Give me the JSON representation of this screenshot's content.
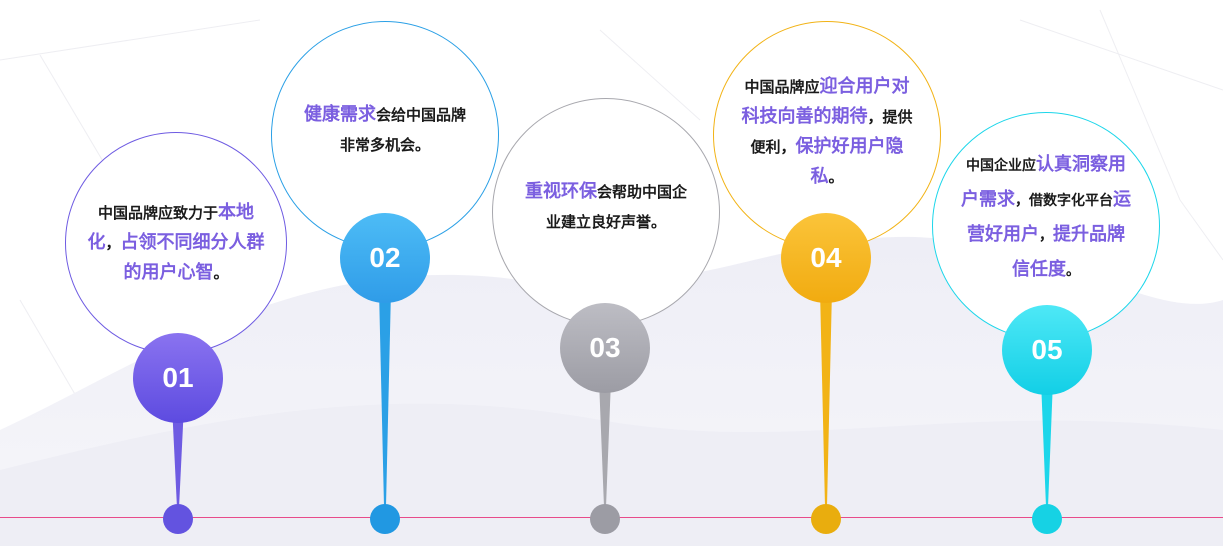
{
  "steps": [
    {
      "number": "01",
      "text": [
        {
          "t": "中国品牌应致力于",
          "h": false
        },
        {
          "t": "本地化",
          "h": true
        },
        {
          "t": "，",
          "h": false
        },
        {
          "t": "占领不同细分人群的用户心智",
          "h": true
        },
        {
          "t": "。",
          "h": false
        }
      ],
      "color": "#6e5be2",
      "gradient": [
        "#8a73f0",
        "#5d4be0"
      ],
      "dot_color": "#6353e0"
    },
    {
      "number": "02",
      "text": [
        {
          "t": "健康需求",
          "h": true
        },
        {
          "t": "会给中国品牌非常多机会。",
          "h": false
        }
      ],
      "color": "#2ba0e6",
      "gradient": [
        "#4dbcf6",
        "#2f9ce8"
      ],
      "dot_color": "#2198e2"
    },
    {
      "number": "03",
      "text": [
        {
          "t": "重视环保",
          "h": true
        },
        {
          "t": "会帮助中国企业建立良好声誉。",
          "h": false
        }
      ],
      "color": "#a8a8ae",
      "gradient": [
        "#bdbdc4",
        "#9c9ca4"
      ],
      "dot_color": "#9c9ca4"
    },
    {
      "number": "04",
      "text": [
        {
          "t": "中国品牌应",
          "h": false
        },
        {
          "t": "迎合用户",
          "h": true
        },
        {
          "t": "对科技向善的期待",
          "h": true
        },
        {
          "t": "，提供便利，",
          "h": false
        },
        {
          "t": "保护好用户隐私",
          "h": true
        },
        {
          "t": "。",
          "h": false
        }
      ],
      "color": "#f2b316",
      "gradient": [
        "#fbc43a",
        "#f1ab10"
      ],
      "dot_color": "#e9ad0e"
    },
    {
      "number": "05",
      "text": [
        {
          "t": "中国企业应",
          "h": false
        },
        {
          "t": "认真洞察用户需求",
          "h": true
        },
        {
          "t": "，借数字化平台",
          "h": false
        },
        {
          "t": "运营好用户",
          "h": true
        },
        {
          "t": "，",
          "h": false
        },
        {
          "t": "提升品牌信任度",
          "h": true
        },
        {
          "t": "。",
          "h": false
        }
      ],
      "color": "#1cd6ea",
      "gradient": [
        "#4ee8f6",
        "#12cfe6"
      ],
      "dot_color": "#16d2e4"
    }
  ]
}
